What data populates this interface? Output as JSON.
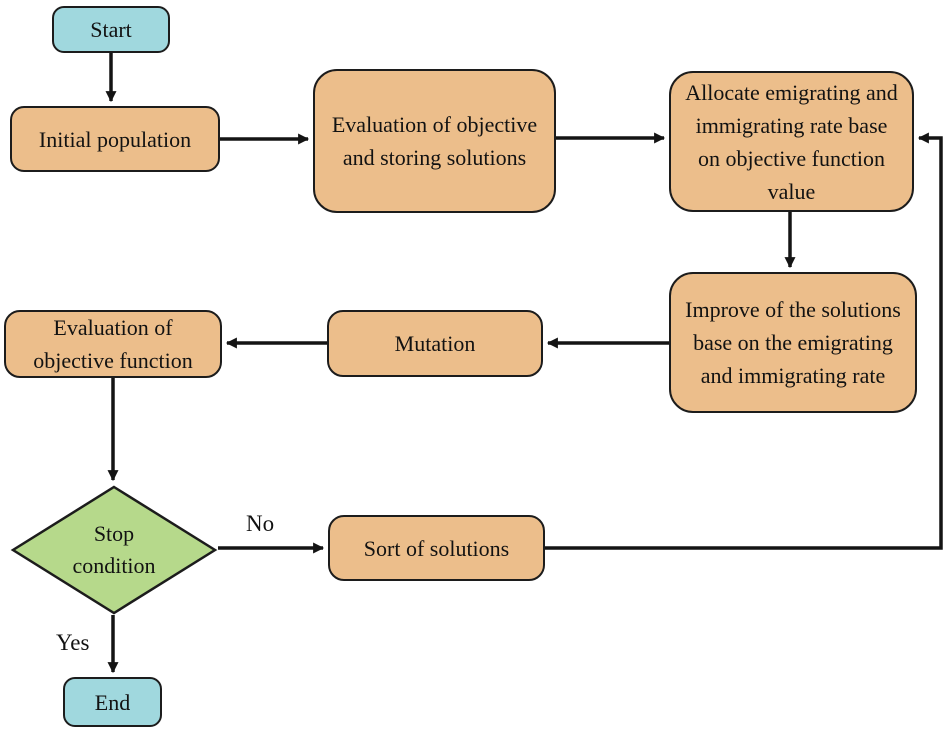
{
  "diagram": {
    "nodes": {
      "start": {
        "label": "Start",
        "type": "terminal"
      },
      "initial_population": {
        "label": "Initial population",
        "type": "process"
      },
      "evaluation_storing": {
        "label": "Evaluation of objective\nand storing solutions",
        "type": "process"
      },
      "allocate_rates": {
        "label": "Allocate emigrating and\nimmigrating rate base\non objective function\nvalue",
        "type": "process"
      },
      "improve_solutions": {
        "label": "Improve of the solutions\nbase on the emigrating\nand immigrating rate",
        "type": "process"
      },
      "mutation": {
        "label": "Mutation",
        "type": "process"
      },
      "evaluation_objective": {
        "label": "Evaluation of\nobjective function",
        "type": "process"
      },
      "stop_condition": {
        "label": "Stop\ncondition",
        "type": "decision"
      },
      "sort_solutions": {
        "label": "Sort of solutions",
        "type": "process"
      },
      "end": {
        "label": "End",
        "type": "terminal"
      }
    },
    "edge_labels": {
      "no": "No",
      "yes": "Yes"
    },
    "colors": {
      "process_fill": "#ECBE8B",
      "terminal_fill": "#A0D8DE",
      "decision_fill": "#B6D98B",
      "stroke": "#141414"
    }
  }
}
